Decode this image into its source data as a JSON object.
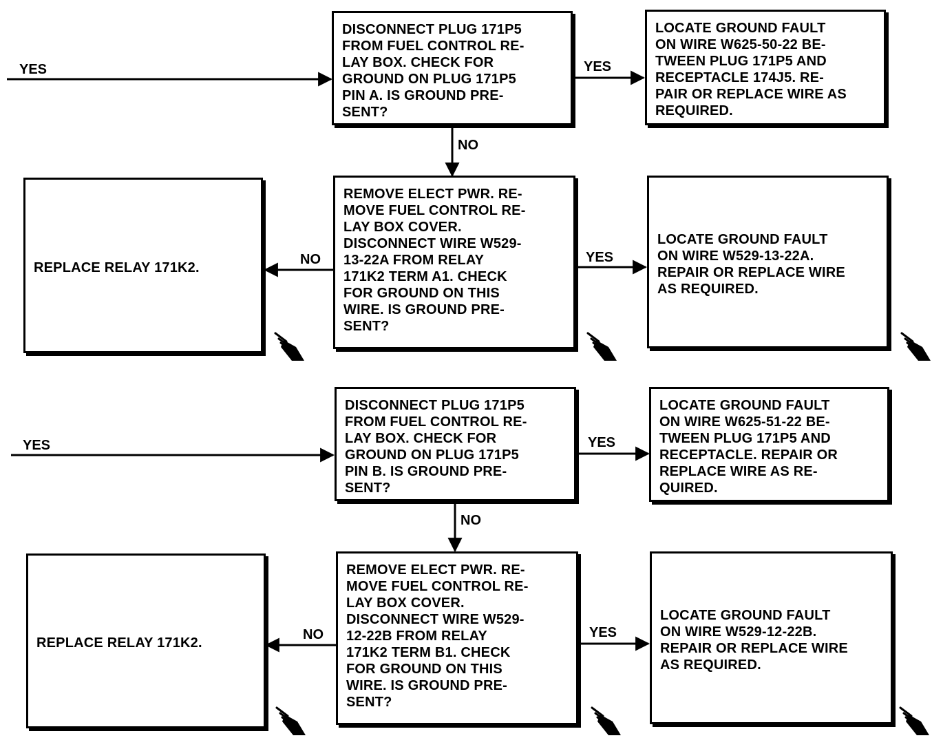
{
  "diagram": {
    "colors": {
      "line": "#000000",
      "background": "#ffffff"
    },
    "flow_a": {
      "entry_label": "YES",
      "check_plug_box": "DISCONNECT PLUG 171P5\nFROM FUEL CONTROL RE-\nLAY BOX. CHECK FOR\nGROUND ON PLUG 171P5\nPIN A. IS GROUND PRE-\nSENT?",
      "check_plug_yes_label": "YES",
      "locate_fault_plug_box": "LOCATE GROUND FAULT\nON WIRE W625-50-22 BE-\nTWEEN PLUG 171P5 AND\nRECEPTACLE 174J5. RE-\nPAIR OR REPLACE WIRE AS\nREQUIRED.",
      "check_plug_no_label": "NO",
      "check_wire_box": "REMOVE ELECT PWR. RE-\nMOVE FUEL CONTROL RE-\nLAY BOX COVER.\nDISCONNECT WIRE W529-\n13-22A FROM RELAY\n171K2 TERM A1. CHECK\nFOR GROUND ON THIS\nWIRE. IS GROUND PRE-\nSENT?",
      "check_wire_no_label": "NO",
      "replace_relay_box": "REPLACE RELAY 171K2.",
      "check_wire_yes_label": "YES",
      "locate_fault_wire_box": "LOCATE GROUND FAULT\nON WIRE W529-13-22A.\nREPAIR OR REPLACE WIRE\nAS REQUIRED."
    },
    "flow_b": {
      "entry_label": "YES",
      "check_plug_box": "DISCONNECT PLUG 171P5\nFROM FUEL CONTROL RE-\nLAY BOX. CHECK FOR\nGROUND ON PLUG 171P5\nPIN B. IS GROUND PRE-\nSENT?",
      "check_plug_yes_label": "YES",
      "locate_fault_plug_box": "LOCATE GROUND FAULT\nON WIRE W625-51-22 BE-\nTWEEN PLUG 171P5 AND\nRECEPTACLE. REPAIR OR\nREPLACE WIRE AS RE-\nQUIRED.",
      "check_plug_no_label": "NO",
      "check_wire_box": "REMOVE ELECT PWR. RE-\nMOVE FUEL CONTROL RE-\nLAY BOX COVER.\nDISCONNECT WIRE W529-\n12-22B FROM RELAY\n171K2 TERM B1. CHECK\nFOR GROUND ON THIS\nWIRE. IS GROUND PRE-\nSENT?",
      "check_wire_no_label": "NO",
      "replace_relay_box": "REPLACE RELAY 171K2.",
      "check_wire_yes_label": "YES",
      "locate_fault_wire_box": "LOCATE GROUND FAULT\nON WIRE W529-12-22B.\nREPAIR OR REPLACE WIRE\nAS REQUIRED."
    },
    "continuation_icon": "pointing-hand-icon"
  }
}
